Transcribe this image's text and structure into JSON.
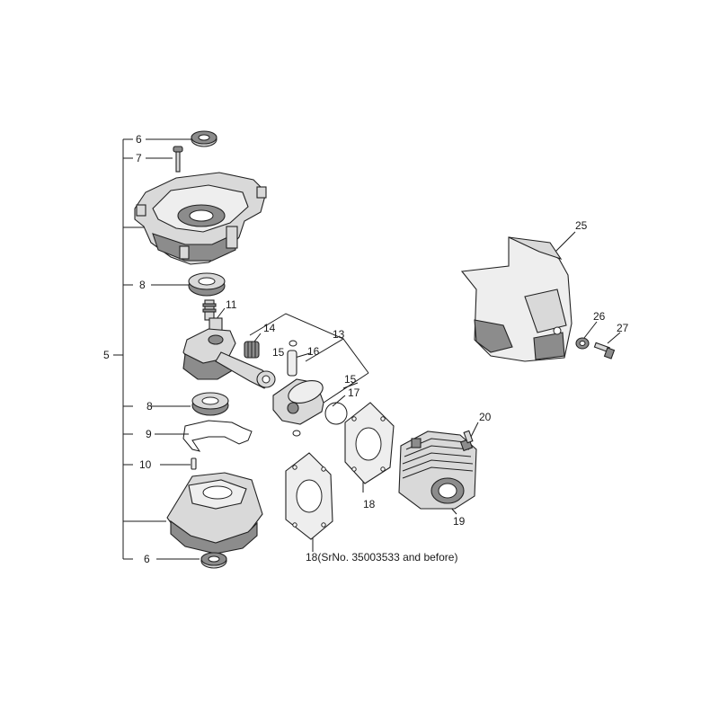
{
  "callouts": {
    "c5": "5",
    "c6a": "6",
    "c7": "7",
    "c8a": "8",
    "c11": "11",
    "c8b": "8",
    "c9": "9",
    "c10": "10",
    "c6b": "6",
    "c14": "14",
    "c13": "13",
    "c15a": "15",
    "c16": "16",
    "c15b": "15",
    "c17": "17",
    "c18a": "18",
    "c18b": "18",
    "c18_note": "(SrNo. 35003533 and before)",
    "c19": "19",
    "c20": "20",
    "c25": "25",
    "c26": "26",
    "c27": "27"
  }
}
